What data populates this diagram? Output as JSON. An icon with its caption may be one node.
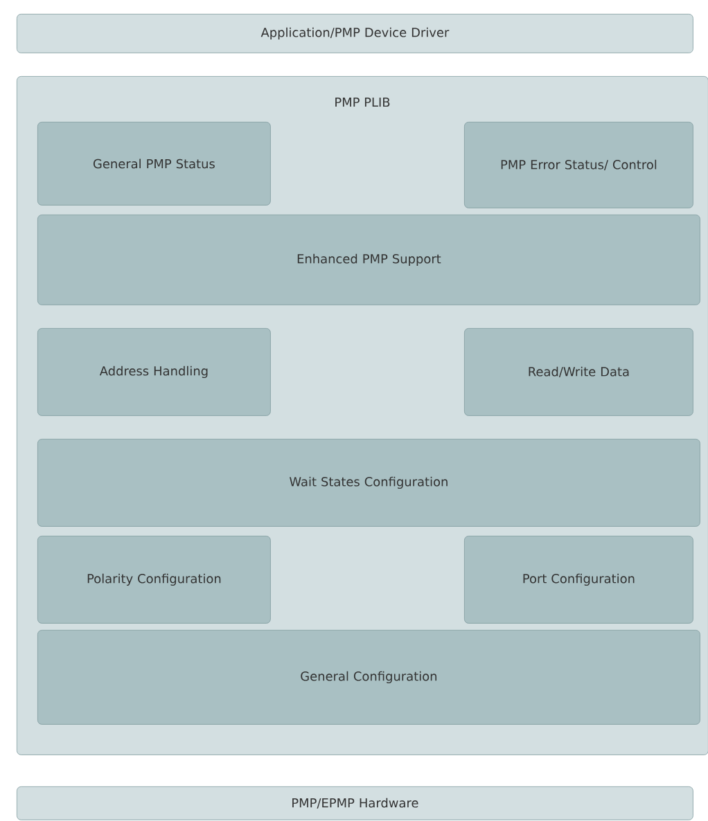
{
  "diagram": {
    "nodes": [
      {
        "text": [
          "Application/PMP Device Driver"
        ]
      },
      {
        "text": [
          "PMP PLIB"
        ]
      },
      {
        "text": [
          "General PMP Status"
        ],
        "in": 1
      },
      {
        "text": [
          "PMP Error Status/ Control"
        ],
        "in": 1
      },
      {
        "text": [
          "Enhanced PMP Support"
        ],
        "in": 1
      },
      {
        "text": [
          "Address Handling"
        ],
        "in": 1
      },
      {
        "text": [
          "Read/Write Data"
        ],
        "in": 1
      },
      {
        "text": [
          "Wait States Configuration"
        ],
        "in": 1
      },
      {
        "text": [
          "Polarity Configuration"
        ],
        "in": 1
      },
      {
        "text": [
          "Port Configuration"
        ],
        "in": 1
      },
      {
        "text": [
          "General Configuration"
        ],
        "in": 1
      },
      {
        "text": [
          "PMP/EPMP Hardware"
        ]
      }
    ]
  }
}
